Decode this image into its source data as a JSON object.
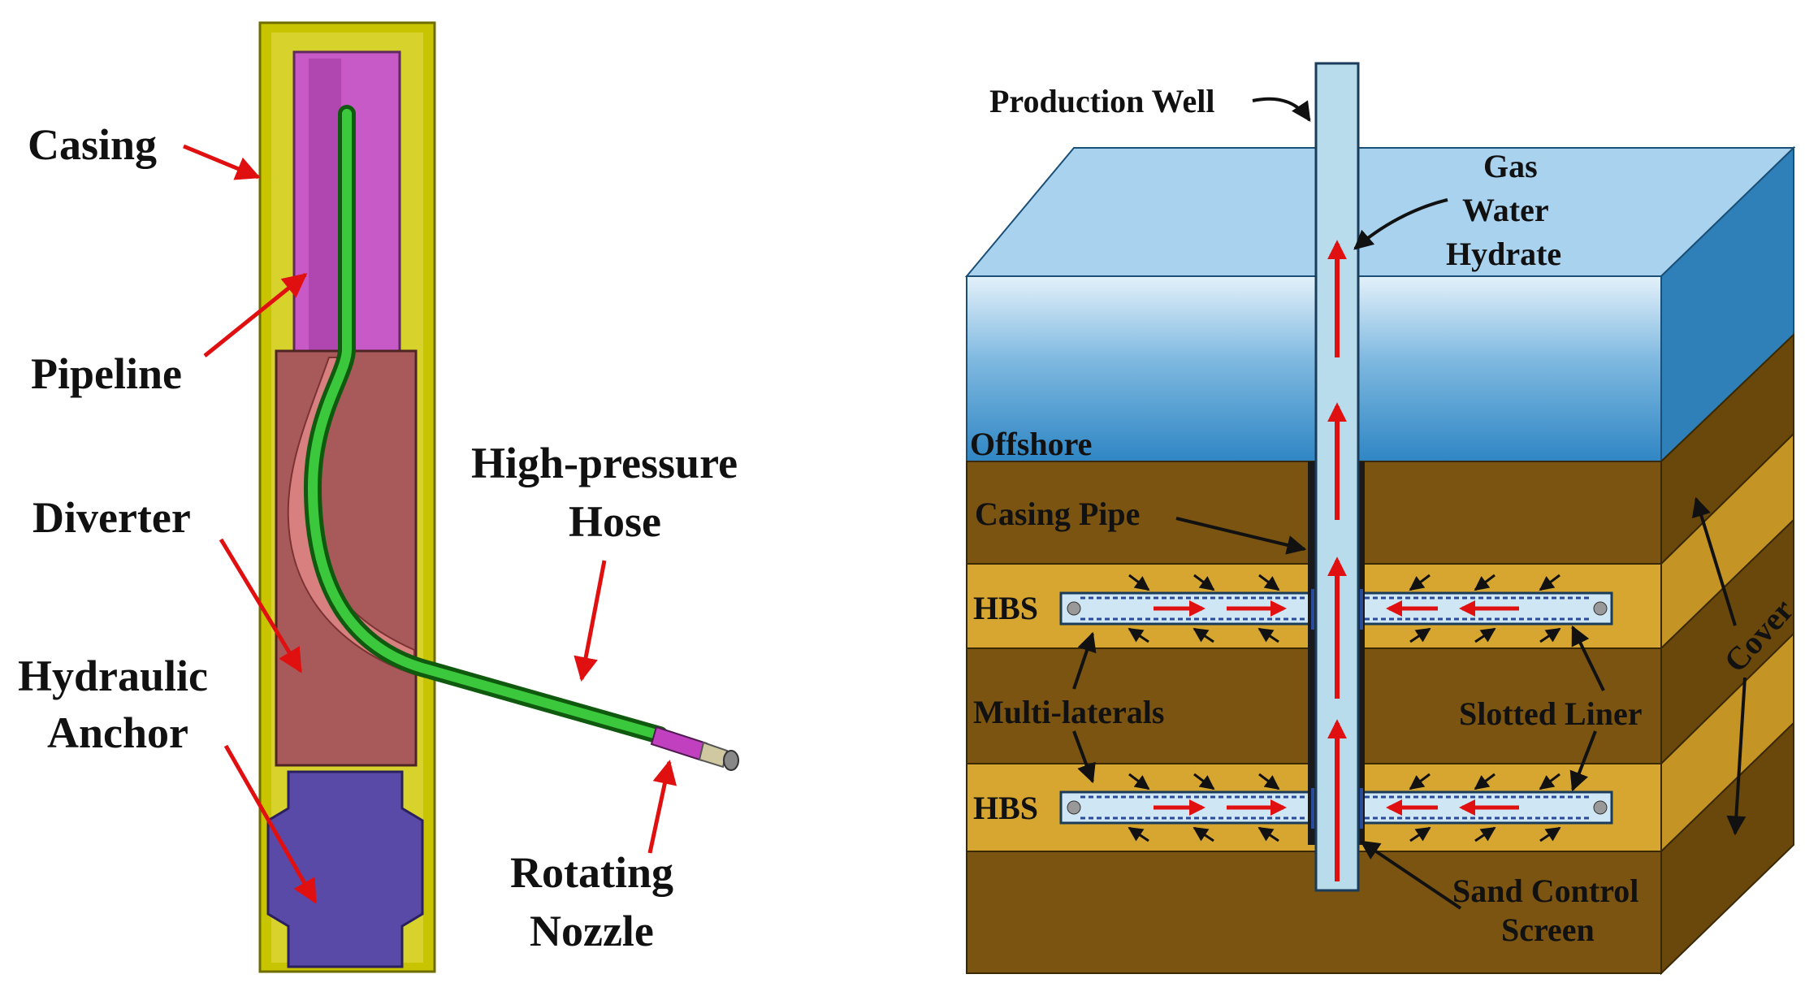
{
  "left_panel": {
    "labels": {
      "casing": "Casing",
      "pipeline": "Pipeline",
      "diverter": "Diverter",
      "hydraulic_anchor_line1": "Hydraulic",
      "hydraulic_anchor_line2": "Anchor",
      "hose_line1": "High-pressure",
      "hose_line2": "Hose",
      "nozzle_line1": "Rotating",
      "nozzle_line2": "Nozzle"
    },
    "colors": {
      "casing": "#c8c400",
      "pipeline": "#c85ac8",
      "diverter": "#a85a5a",
      "hose": "#1f9a1f",
      "anchor": "#5a4aa8",
      "arrow": "#e01010"
    }
  },
  "right_panel": {
    "labels": {
      "production_well": "Production Well",
      "gas": "Gas",
      "water": "Water",
      "hydrate": "Hydrate",
      "offshore": "Offshore",
      "casing_pipe": "Casing Pipe",
      "hbs_upper": "HBS",
      "hbs_lower": "HBS",
      "multi_laterals": "Multi-laterals",
      "slotted_liner": "Slotted Liner",
      "cover": "Cover",
      "sand_control_line1": "Sand Control",
      "sand_control_line2": "Screen"
    },
    "colors": {
      "sea": "#3c8ec8",
      "sea_light": "#cfe6f4",
      "cover_layer": "#7a5410",
      "hbs_layer": "#d6a630",
      "well": "#b8dcec",
      "flow_arrow": "#e01010"
    }
  }
}
